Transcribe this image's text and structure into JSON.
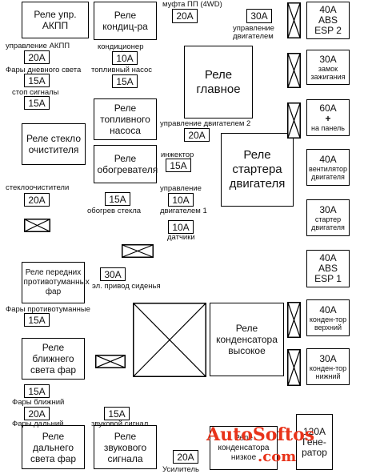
{
  "relays": {
    "akpp": "Реле упр. АКПП",
    "condit": "Реле кондиц-ра",
    "main": "Реле главное",
    "fuel_pump": "Реле топливного насоса",
    "glass": "Реле стекло очистителя",
    "heater": "Реле обогревателя",
    "starter": "Реле стартера двигателя",
    "fog": "Реле передних противотуманных фар",
    "condenser_high": "Реле конденсатора высокое",
    "low_beam": "Реле ближнего света фар",
    "high_beam": "Реле дальнего света фар",
    "horn": "Реле звукового сигнала",
    "condenser_low": "Реле конденсатора низкое"
  },
  "fuses": {
    "clutch_4wd": {
      "value": "20A",
      "label": "муфта ПП (4WD)"
    },
    "engine_ctrl": {
      "value": "30A",
      "label": "управление двигателем"
    },
    "akpp_ctrl": {
      "value": "20A",
      "label": "управление АКПП"
    },
    "cond": {
      "value": "10A",
      "label": "кондиционер"
    },
    "drl": {
      "value": "15A",
      "label": "Фары дневного света"
    },
    "fuel_pump": {
      "value": "15A",
      "label": "топливный насос"
    },
    "stop": {
      "value": "15A",
      "label": "стоп сигналы"
    },
    "engine_ctrl2": {
      "value": "20A",
      "label": "управление двигателем 2"
    },
    "injector": {
      "value": "15A",
      "label": "инжектор"
    },
    "wiper": {
      "value": "20A",
      "label": "стеклоочистители"
    },
    "rear_defrost": {
      "value": "15A",
      "label": "обогрев стекла"
    },
    "engine_ctrl1": {
      "value": "10A",
      "label_top": "управление",
      "label_bottom": "двигателем 1"
    },
    "sensors": {
      "value": "10A",
      "label": "датчики"
    },
    "seat": {
      "value": "30A",
      "label": "эл. привод сиденья"
    },
    "fog": {
      "value": "15A",
      "label": "Фары противотуманные"
    },
    "low_beam": {
      "value": "15A",
      "label": "Фары ближний"
    },
    "high_beam": {
      "value": "20A",
      "label": "Фары дальний"
    },
    "horn": {
      "value": "15A",
      "label": "звуковой сигнал"
    },
    "amp": {
      "value": "20A",
      "label": "Усилитель"
    }
  },
  "right_fuses": {
    "abs2": {
      "value": "40A",
      "line1": "ABS",
      "line2": "ESP 2"
    },
    "ign_lock": {
      "value": "30A",
      "line1": "замок",
      "line2": "зажигания"
    },
    "panel": {
      "value": "60A",
      "line1": "+",
      "line2": "на панель"
    },
    "fan": {
      "value": "40A",
      "line1": "вентилятор",
      "line2": "двигателя"
    },
    "starter": {
      "value": "30A",
      "line1": "стартер",
      "line2": "двигателя"
    },
    "abs1": {
      "value": "40A",
      "line1": "ABS",
      "line2": "ESP 1"
    },
    "cond_upper": {
      "value": "40A",
      "line1": "конден-тор",
      "line2": "верхний"
    },
    "cond_lower": {
      "value": "30A",
      "line1": "конден-тор",
      "line2": "нижний"
    },
    "generator": {
      "value": "120A",
      "line1": "Гене-",
      "line2": "ратор"
    }
  },
  "watermark": {
    "line1": "AutoSoftos",
    "line2": ".com"
  }
}
